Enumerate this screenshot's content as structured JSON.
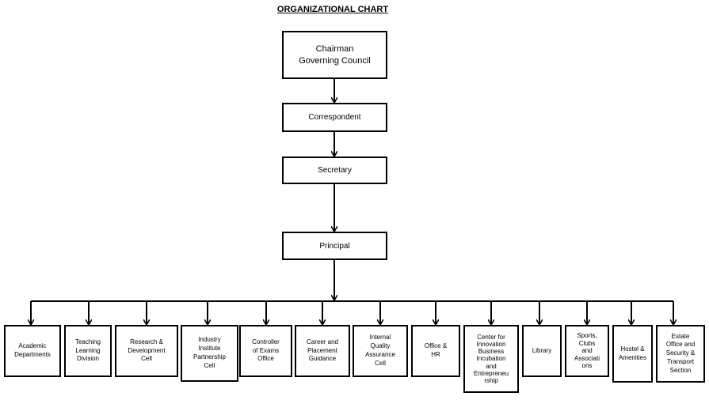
{
  "title": "ORGANIZATIONAL CHART",
  "chain": [
    {
      "label": "Chairman\nGoverning Council"
    },
    {
      "label": "Correspondent"
    },
    {
      "label": "Secretary"
    },
    {
      "label": "Principal"
    }
  ],
  "departments": [
    {
      "label": "Academic\nDepartments"
    },
    {
      "label": "Teaching\nLearning\nDivision"
    },
    {
      "label": "Research &\nDevelopment\nCell"
    },
    {
      "label": "Industry\nInstitute\nPartnership\nCell"
    },
    {
      "label": "Controller\nof Exams\nOffice"
    },
    {
      "label": "Career and\nPlacement\nGuidance"
    },
    {
      "label": "Internal\nQuality\nAssurance\nCell"
    },
    {
      "label": "Office &\nHR"
    },
    {
      "label": "Center for\nInnovation\nBusiness\nIncubation\nand\nEntrepreneu\nrship"
    },
    {
      "label": "Library"
    },
    {
      "label": "Sports,\nClubs\nand\nAssociati\nons"
    },
    {
      "label": "Hostel &\nAmenities"
    },
    {
      "label": "Estate\nOffice and\nSecurity &\nTransport\nSection"
    }
  ]
}
